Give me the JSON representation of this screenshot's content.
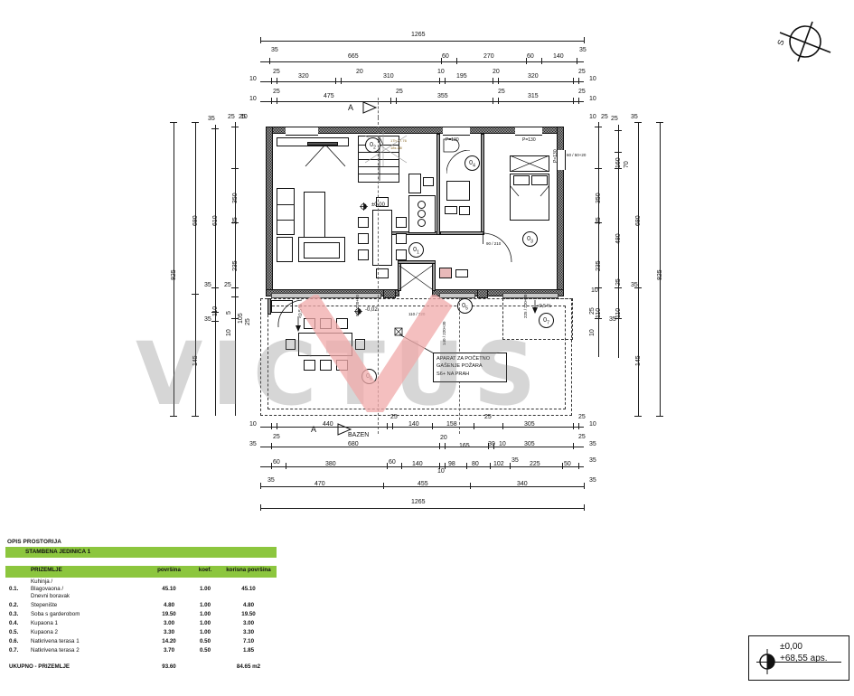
{
  "document": {
    "type": "architectural-floor-plan",
    "level_name": "PRIZEMLJE",
    "watermark": "VICTUS"
  },
  "north_arrow": {
    "label": "S"
  },
  "elevation_box": {
    "line1": "±0,00",
    "line2": "+68,55 aps."
  },
  "fire_note": {
    "line1": "APARAT ZA POČETNO",
    "line2": "GAŠENJE POŽARA",
    "line3": "S6+ NA PRAH"
  },
  "section_marks": [
    {
      "label": "A",
      "position": "top"
    },
    {
      "label": "A",
      "position": "bottom"
    }
  ],
  "plan_labels": {
    "pool": "BAZEN",
    "level_interior": "±0,00",
    "level_terrace": "-0,02",
    "slope_left": "<0,5 %",
    "slope_right": "<0,5 %",
    "stair_note_a": "17h 17.76",
    "stair_note_b": "18s 28/",
    "window_lintel_a": "P=130",
    "window_lintel_b": "P=130",
    "window_lintel_c": "P=130"
  },
  "room_tags": [
    {
      "id": "0.1",
      "main": "0",
      "sub": "1"
    },
    {
      "id": "0.2",
      "main": "0",
      "sub": "2"
    },
    {
      "id": "0.3",
      "main": "0",
      "sub": "3"
    },
    {
      "id": "0.4",
      "main": "0",
      "sub": "4"
    },
    {
      "id": "0.5",
      "main": "0",
      "sub": "5"
    },
    {
      "id": "0.6",
      "main": "0",
      "sub": "6"
    },
    {
      "id": "0.7",
      "main": "0",
      "sub": "7"
    }
  ],
  "openings": [
    {
      "code": "90 / 210"
    },
    {
      "code": "110 / 220"
    },
    {
      "code": "110 / 220"
    },
    {
      "code": "60 / 50+20"
    },
    {
      "code": "90 / 220+30"
    },
    {
      "code": "140 / 220+30"
    },
    {
      "code": "225 / 220+30"
    }
  ],
  "dimensions": {
    "top": {
      "row1": [
        "1265"
      ],
      "row2": [
        "35",
        "665",
        "60",
        "270",
        "60",
        "140",
        "35"
      ],
      "row3": [
        "10",
        "25",
        "320",
        "20",
        "310",
        "10",
        "195",
        "20",
        "320",
        "25",
        "10"
      ],
      "row4": [
        "10",
        "25",
        "475",
        "25",
        "355",
        "25",
        "315",
        "25",
        "10"
      ]
    },
    "bottom": {
      "row1": [
        "10",
        "440",
        "25",
        "140",
        "158",
        "25",
        "305",
        "25",
        "10"
      ],
      "row2": [
        "35",
        "25",
        "680",
        "20",
        "165",
        "30",
        "10",
        "305",
        "25",
        "35"
      ],
      "row3": [
        "60",
        "380",
        "60",
        "140",
        "10",
        "98",
        "80",
        "102",
        "35",
        "225",
        "50",
        "35"
      ],
      "row4": [
        "35",
        "470",
        "455",
        "340",
        "35"
      ],
      "row5": [
        "1265"
      ]
    },
    "left": {
      "col1": [
        "825"
      ],
      "col2": [
        "680",
        "145"
      ],
      "col3": [
        "35",
        "610",
        "35",
        "110",
        "35"
      ],
      "col4": [
        "25",
        "25",
        "350",
        "25",
        "235",
        "25",
        "5",
        "105",
        "10"
      ],
      "col5": [
        "10",
        "25"
      ]
    },
    "right": {
      "col1": [
        "10",
        "25",
        "350",
        "25",
        "235",
        "10",
        "110",
        "25",
        "10"
      ],
      "col2": [
        "25",
        "160",
        "70",
        "480",
        "25",
        "110",
        "35"
      ],
      "col3": [
        "35",
        "680",
        "35",
        "145"
      ],
      "col4": [
        "825"
      ]
    }
  },
  "legend": {
    "title": "OPIS PROSTORIJA",
    "unit_bar": "STAMBENA JEDINICA 1",
    "headers": {
      "no": "",
      "name": "PRIZEMLJE",
      "area": "površina",
      "coef": "koef.",
      "useful": "korisna površina"
    },
    "rows": [
      {
        "no": "0.1.",
        "name": "Kuhinja /\nBlagovaona /\nDnevni boravak",
        "area": "45.10",
        "coef": "1.00",
        "useful": "45.10"
      },
      {
        "no": "0.2.",
        "name": "Stepenište",
        "area": "4.80",
        "coef": "1.00",
        "useful": "4.80"
      },
      {
        "no": "0.3.",
        "name": "Soba s garderobom",
        "area": "19.50",
        "coef": "1.00",
        "useful": "19.50"
      },
      {
        "no": "0.4.",
        "name": "Kupaona 1",
        "area": "3.00",
        "coef": "1.00",
        "useful": "3.00"
      },
      {
        "no": "0.5.",
        "name": "Kupaona 2",
        "area": "3.30",
        "coef": "1.00",
        "useful": "3.30"
      },
      {
        "no": "0.6.",
        "name": "Natkrivena terasa 1",
        "area": "14.20",
        "coef": "0.50",
        "useful": "7.10"
      },
      {
        "no": "0.7.",
        "name": "Natkrivena terasa 2",
        "area": "3.70",
        "coef": "0.50",
        "useful": "1.85"
      }
    ],
    "total": {
      "label": "UKUPNO - PRIZEMLJE",
      "area": "93.60",
      "coef": "",
      "useful": "84.65 m2"
    }
  },
  "colors": {
    "accent_green": "#8cc63e",
    "wall": "#222222",
    "watermark_grey": "#787878",
    "watermark_red": "#f2b3b3"
  }
}
